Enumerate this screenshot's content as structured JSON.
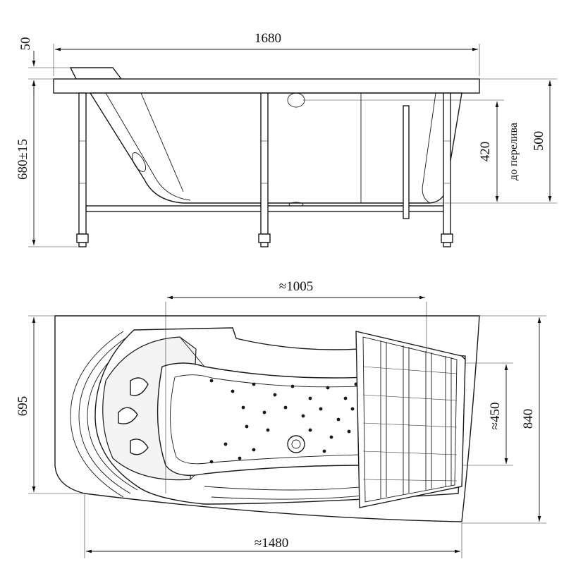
{
  "side_view": {
    "overall_length": "1680",
    "rim_thickness": "50",
    "total_height": "680±15",
    "overflow_height": "420",
    "overflow_note": "до перелива",
    "tub_depth": "500"
  },
  "top_view": {
    "inner_length": "≈1005",
    "width_left": "695",
    "inner_width_right": "≈450",
    "overall_width_right": "840",
    "bottom_length": "≈1480"
  }
}
